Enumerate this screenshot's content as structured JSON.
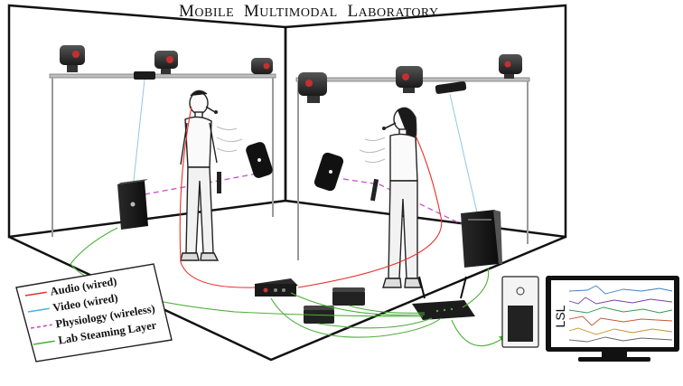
{
  "title": {
    "w1_initial": "M",
    "w1_rest": "OBILE",
    "w2_initial": "M",
    "w2_rest": "ULTIMODAL",
    "w3_initial": "L",
    "w3_rest": "ABORATORY"
  },
  "legend": {
    "items": [
      {
        "label": "Audio (wired)",
        "color": "#e8312c",
        "style": "solid"
      },
      {
        "label": "Video (wired)",
        "color": "#3fb8d8",
        "style": "solid"
      },
      {
        "label": "Physiology (wireless)",
        "color": "#c64fc8",
        "style": "dashed"
      },
      {
        "label": "Lab Steaming Layer",
        "color": "#4caf3a",
        "style": "solid"
      }
    ]
  },
  "monitor": {
    "label": "LSL"
  },
  "colors": {
    "audio": "#e8312c",
    "video": "#8ec7e6",
    "physiology": "#c64fc8",
    "lsl": "#4caf3a",
    "room_line": "#111111",
    "device": "#1c1c1c"
  },
  "icons": [
    "camera-icon",
    "pc-tower-icon",
    "person-icon",
    "speaker-icon",
    "router-icon",
    "audio-interface-icon",
    "monitor-icon"
  ]
}
